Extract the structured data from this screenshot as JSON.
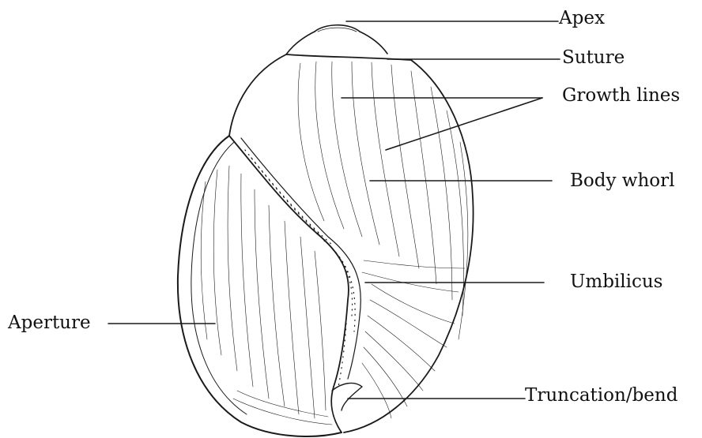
{
  "diagram": {
    "labels": {
      "apex": "Apex",
      "suture": "Suture",
      "growth_lines": "Growth lines",
      "body_whorl": "Body whorl",
      "umbilicus": "Umbilicus",
      "aperture": "Aperture",
      "truncation_bend": "Truncation/bend"
    },
    "colors": {
      "ink": "#1a1a1a",
      "background": "#ffffff"
    }
  }
}
